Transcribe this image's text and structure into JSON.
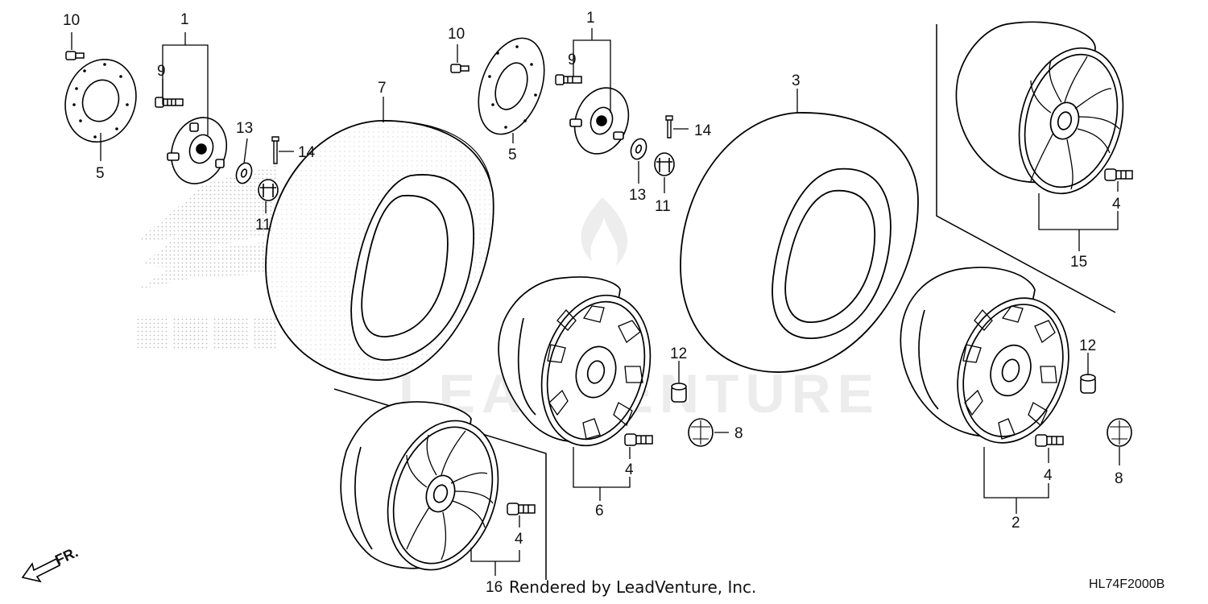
{
  "diagram": {
    "watermark": "LEADVENTURE",
    "caption": "Rendered by LeadVenture, Inc.",
    "drawing_code": "HL74F2000B",
    "front_indicator": "FR.",
    "callouts": {
      "c10a": "10",
      "c1a": "1",
      "c9a": "9",
      "c13a": "13",
      "c14a": "14",
      "c5a": "5",
      "c11a": "11",
      "c7": "7",
      "c10b": "10",
      "c1b": "1",
      "c9b": "9",
      "c5b": "5",
      "c14b": "14",
      "c13b": "13",
      "c11b": "11",
      "c3": "3",
      "c4a": "4",
      "c15": "15",
      "c12a": "12",
      "c8a": "8",
      "c4b": "4",
      "c6": "6",
      "c12b": "12",
      "c4c": "4",
      "c8b": "8",
      "c2": "2",
      "c4d": "4",
      "c16": "16"
    }
  }
}
